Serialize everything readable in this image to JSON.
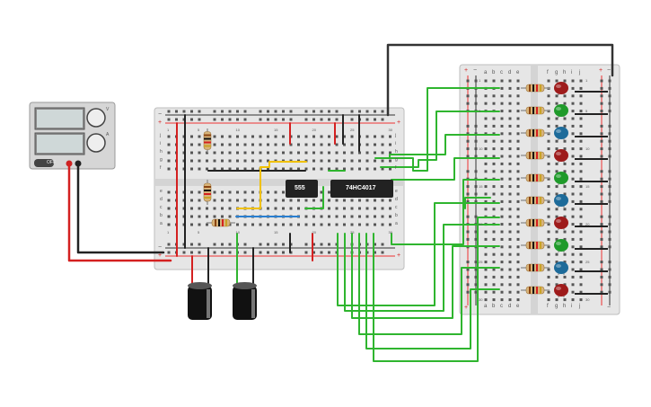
{
  "power_supply": {
    "off_label": "OFF",
    "knob_labels": [
      "V",
      "A"
    ]
  },
  "main_board": {
    "rows_top": [
      "f",
      "g",
      "h",
      "i",
      "j"
    ],
    "rows_bottom": [
      "a",
      "b",
      "c",
      "d",
      "e"
    ],
    "columns": [
      "1",
      "5",
      "10",
      "15",
      "20",
      "25",
      "30"
    ],
    "rail_plus": "+",
    "rail_minus": "−"
  },
  "side_board": {
    "rows_left": [
      "a",
      "b",
      "c",
      "d",
      "e"
    ],
    "rows_right": [
      "f",
      "g",
      "h",
      "i",
      "j"
    ],
    "rail_plus": "+",
    "rail_minus": "−",
    "columns": [
      "1",
      "5",
      "10",
      "15",
      "20",
      "25",
      "30"
    ]
  },
  "chips": {
    "timer_label": "555",
    "counter_label": "74HC4017"
  },
  "leds": {
    "colors": [
      "red",
      "green",
      "blue",
      "red",
      "green",
      "blue",
      "red",
      "green",
      "blue",
      "red"
    ]
  },
  "colors": {
    "board": "#e8e8e8",
    "red_wire": "#d42020",
    "black_wire": "#222222",
    "green_wire": "#2fb52f",
    "yellow_wire": "#f0c000",
    "blue_wire": "#2a7fd0"
  }
}
